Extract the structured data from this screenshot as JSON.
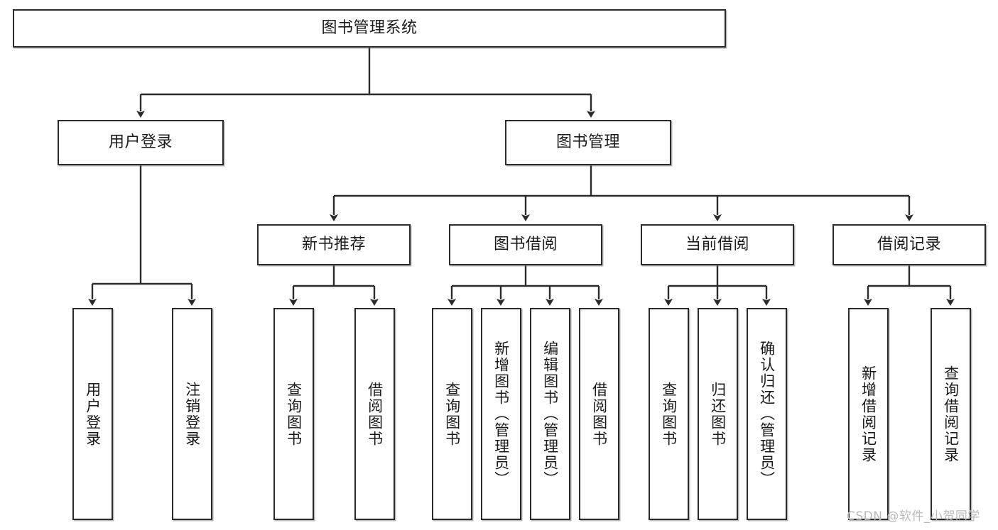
{
  "diagram": {
    "type": "tree-hierarchy",
    "orientation": "top-down",
    "title": "图书管理系统",
    "watermark": "CSDN @软件_小贺同学",
    "colors": {
      "box_border": "#2b2b2b",
      "box_fill": "#ffffff",
      "connector": "#2b2b2b",
      "text": "#1a1a1a",
      "watermark": "#b9b9b9",
      "background": "#ffffff"
    },
    "nodes": {
      "root": {
        "label": "图书管理系统"
      },
      "level2": [
        {
          "label": "用户登录"
        },
        {
          "label": "图书管理"
        }
      ],
      "level3": [
        {
          "label": "新书推荐"
        },
        {
          "label": "图书借阅"
        },
        {
          "label": "当前借阅"
        },
        {
          "label": "借阅记录"
        }
      ],
      "leaves": {
        "user_login": [
          {
            "label": "用户登录"
          },
          {
            "label": "注销登录"
          }
        ],
        "new_book_recommend": [
          {
            "label": "查询图书"
          },
          {
            "label": "借阅图书"
          }
        ],
        "book_borrow": [
          {
            "label": "查询图书"
          },
          {
            "label": "新增图书（管理员）"
          },
          {
            "label": "编辑图书（管理员）"
          },
          {
            "label": "借阅图书"
          }
        ],
        "current_borrow": [
          {
            "label": "查询图书"
          },
          {
            "label": "归还图书"
          },
          {
            "label": "确认归还（管理员）"
          }
        ],
        "borrow_record": [
          {
            "label": "新增借阅记录"
          },
          {
            "label": "查询借阅记录"
          }
        ]
      }
    }
  }
}
